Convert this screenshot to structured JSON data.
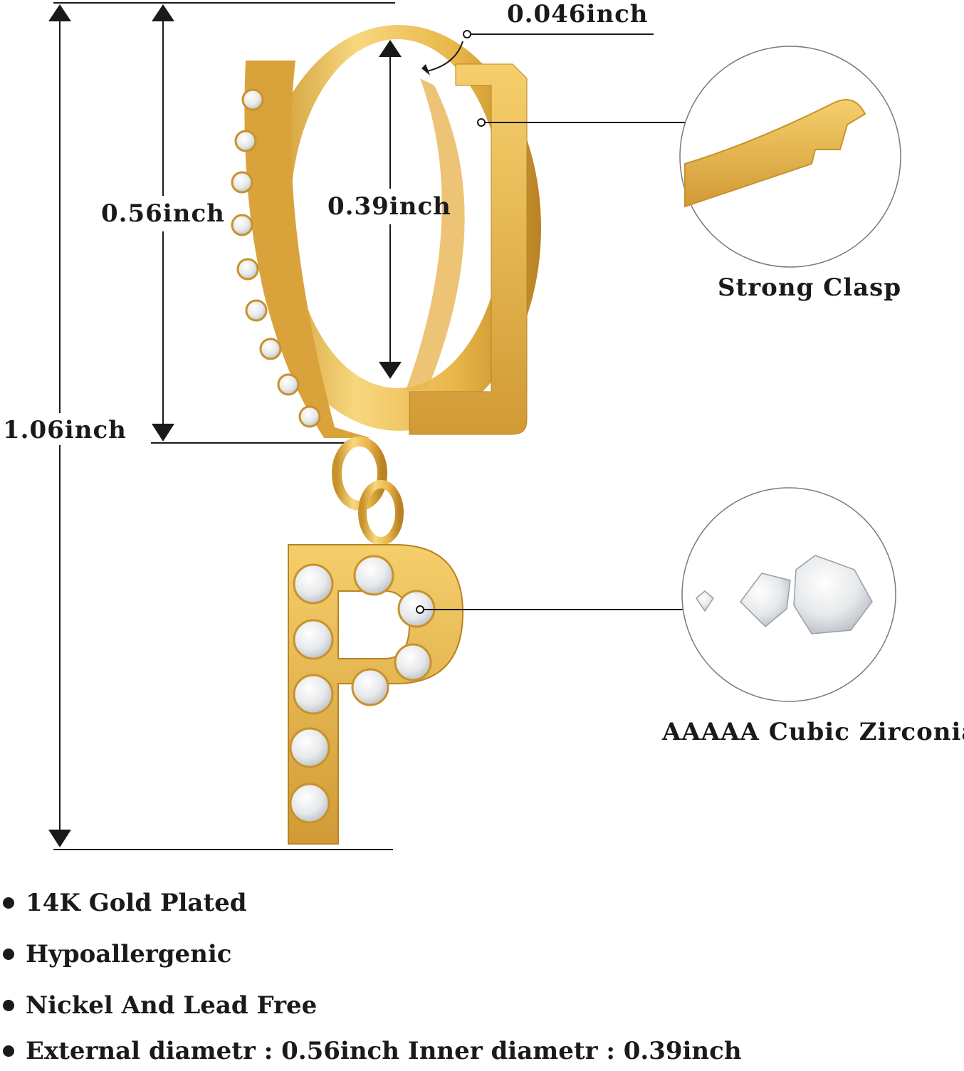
{
  "dimensions": {
    "wire_thickness": "0.046inch",
    "outer_diameter": "0.56inch",
    "inner_diameter": "0.39inch",
    "total_length": "1.06inch"
  },
  "features": {
    "clasp_label": "Strong Clasp",
    "stone_label": "AAAAA Cubic Zirconia"
  },
  "pendant_letter": "P",
  "bullets": [
    "14K Gold Plated",
    "Hypoallergenic",
    "Nickel And Lead Free",
    "External diametr : 0.56inch Inner diametr : 0.39inch"
  ],
  "colors": {
    "gold": "#e9b649",
    "gold_dark": "#c8922a",
    "gold_light": "#f7d77e",
    "stone": "#f2f3f4",
    "line": "#1a1a1a"
  }
}
